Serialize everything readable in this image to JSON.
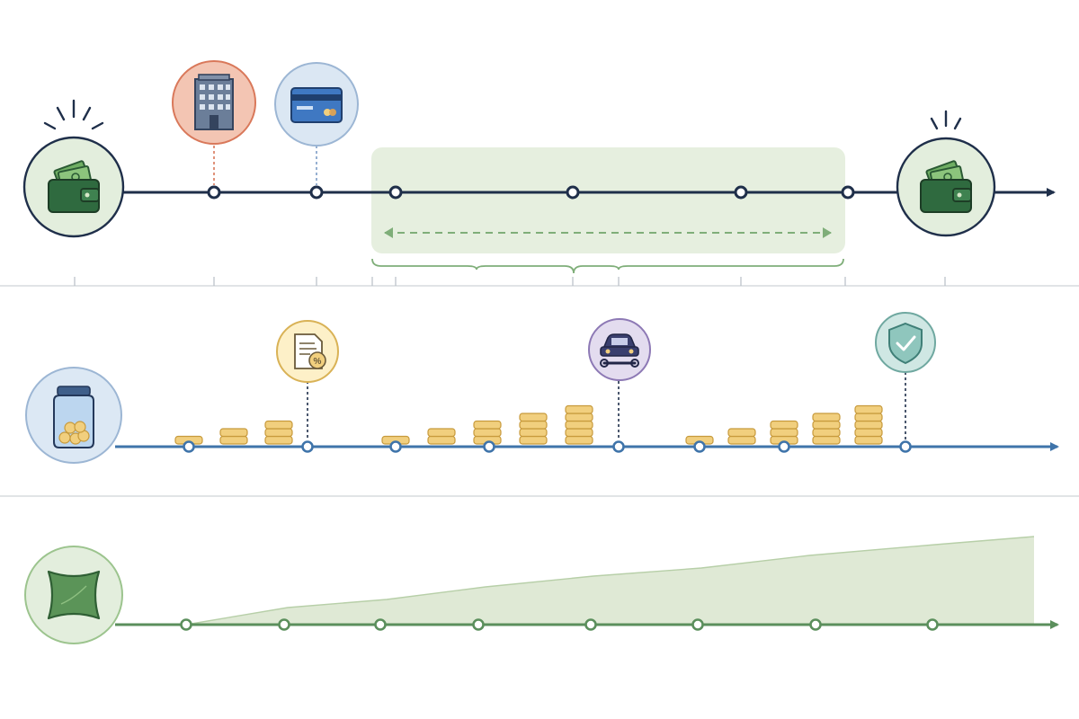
{
  "colors": {
    "dark_navy": "#1f2f4a",
    "blue": "#3f74aa",
    "green": "#5b8f5c",
    "light_green_fill": "#e2ecd9",
    "gold": "#f1cf7e",
    "gold_stroke": "#c79a3c",
    "divider": "#cfd3d8",
    "tick": "#b8bec6"
  },
  "row1": {
    "start_icon": "wallet-cash-icon",
    "end_icon": "wallet-cash-icon",
    "events": [
      {
        "icon": "office-building-icon",
        "bg": "#f3c5b3",
        "stroke": "#d9785a"
      },
      {
        "icon": "credit-card-icon",
        "bg": "#dbe7f3",
        "stroke": "#9cb6d4"
      }
    ],
    "range_arrow": "double-headed-dashed-arrow",
    "bracket": "curly-brace"
  },
  "row2": {
    "start_icon": "savings-jar-icon",
    "coin_stack_groups": [
      [
        1,
        2,
        3
      ],
      [
        1,
        2,
        3,
        4,
        5
      ],
      [
        1,
        2,
        3,
        4,
        5
      ]
    ],
    "events": [
      {
        "icon": "tax-document-icon",
        "bg": "#fdf0c8",
        "stroke": "#d9b256"
      },
      {
        "icon": "car-repair-icon",
        "bg": "#e3dcef",
        "stroke": "#8d79b5"
      },
      {
        "icon": "shield-check-icon",
        "bg": "#cfe7e3",
        "stroke": "#6fa8a0"
      }
    ]
  },
  "row3": {
    "start_icon": "cushion-icon",
    "growth_trend": "increasing"
  }
}
